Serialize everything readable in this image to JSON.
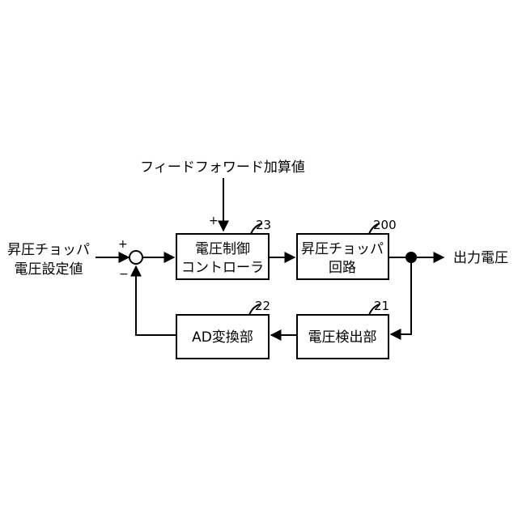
{
  "labels": {
    "feedforward": "フィードフォワード加算値",
    "plus_top": "+",
    "plus_left": "+",
    "minus": "−",
    "setpoint_line1": "昇圧チョッパ",
    "setpoint_line2": "電圧設定値",
    "output": "出力電圧"
  },
  "blocks": {
    "controller": {
      "line1": "電圧制御",
      "line2": "コントローラ",
      "ref": "23"
    },
    "chopper": {
      "line1": "昇圧チョッパ",
      "line2": "回路",
      "ref": "200"
    },
    "detector": {
      "line1": "電圧検出部",
      "ref": "21"
    },
    "ad": {
      "line1": "AD変換部",
      "ref": "22"
    }
  }
}
